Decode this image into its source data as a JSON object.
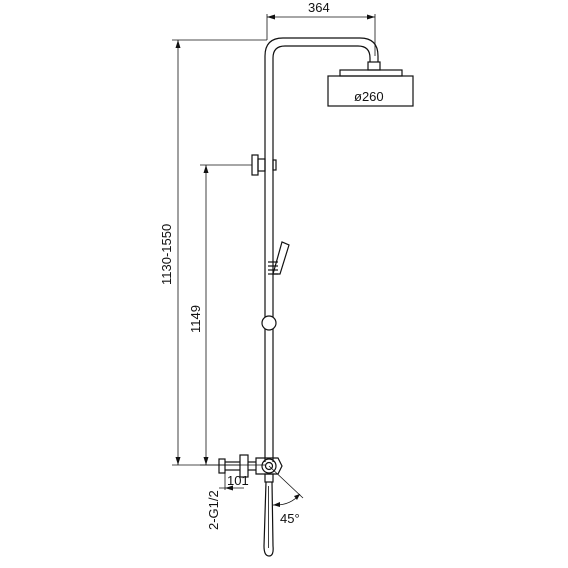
{
  "dimensions": {
    "arm_length": "364",
    "head_diameter": "ø260",
    "total_height": "1130-1550",
    "mixer_height": "1149",
    "connection": "2-G1/2",
    "offset": "101",
    "angle": "45°"
  },
  "colors": {
    "line": "#111111",
    "background": "#ffffff"
  }
}
